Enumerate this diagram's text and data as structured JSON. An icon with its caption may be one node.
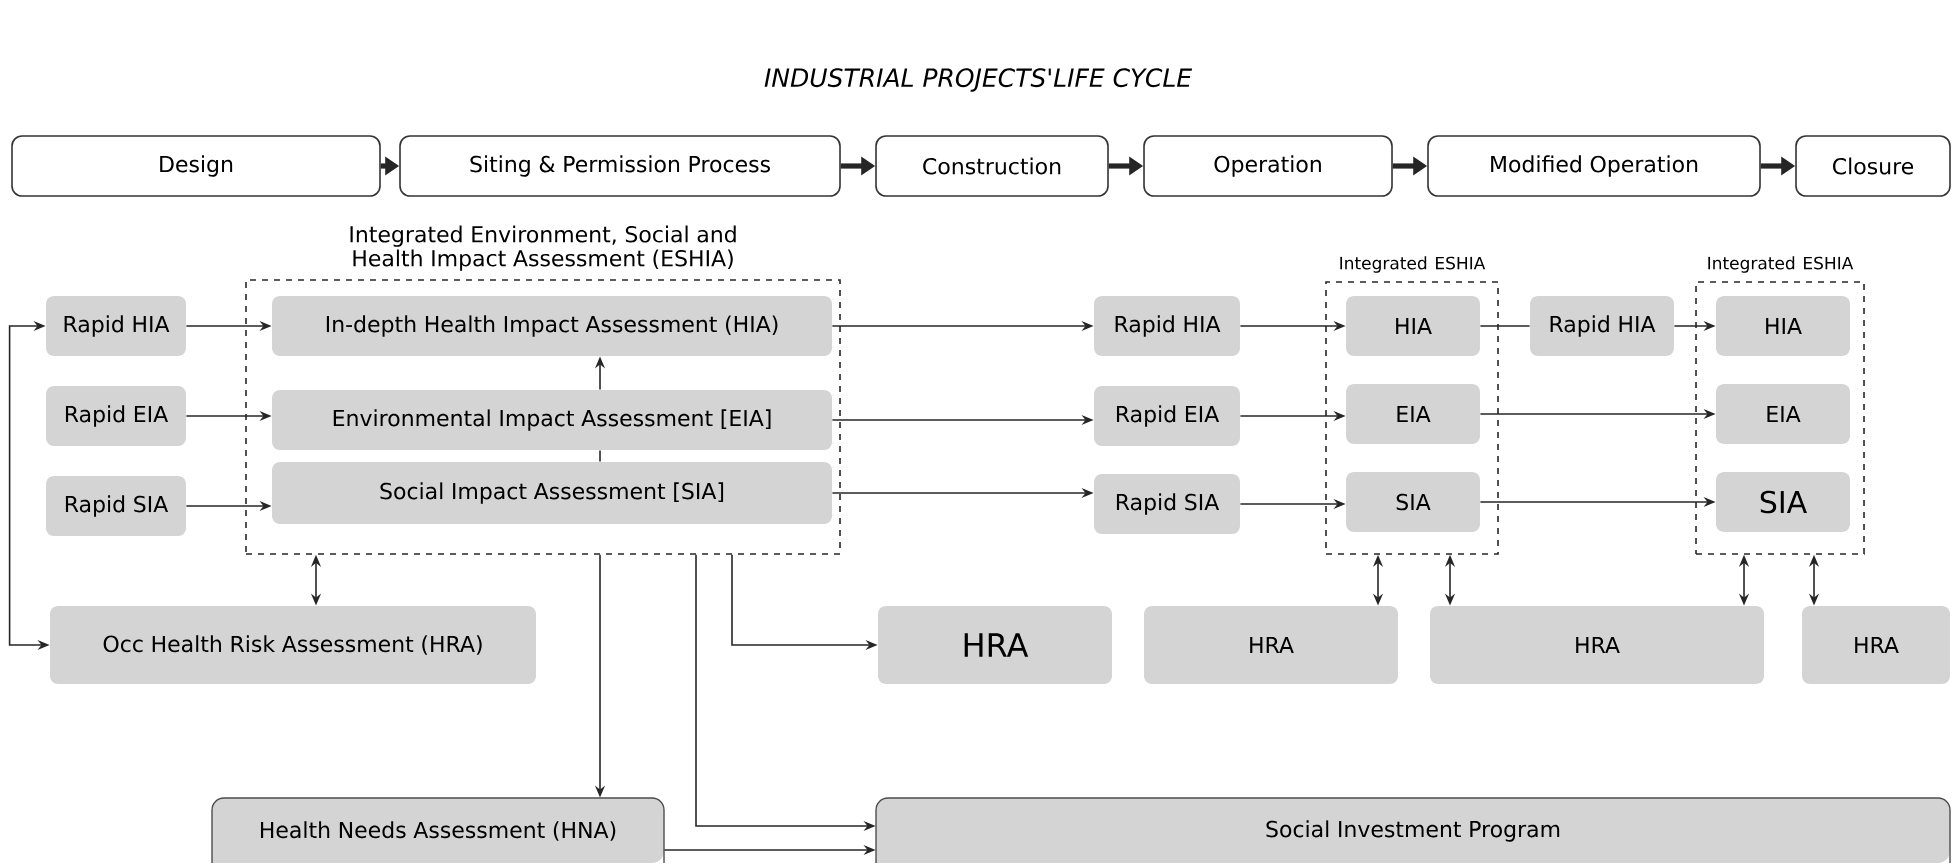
{
  "diagram": {
    "title": "INDUSTRIAL PROJECTS'LIFE CYCLE",
    "nodes": [
      {
        "text": [
          "Design"
        ]
      },
      {
        "text": [
          "Siting & Permission Process"
        ]
      },
      {
        "text": [
          "Construction"
        ]
      },
      {
        "text": [
          "Operation"
        ]
      },
      {
        "text": [
          "Modified Operation"
        ]
      },
      {
        "text": [
          "Closure"
        ]
      },
      {
        "text": [
          "Integrated Environment, Social and Health Impact Assessment (ESHIA)"
        ]
      },
      {
        "text": [
          "In-depth Health Impact Assessment (HIA)"
        ],
        "in": 6
      },
      {
        "text": [
          "Environmental Impact Assessment [EIA]"
        ],
        "in": 6
      },
      {
        "text": [
          "Social Impact Assessment [SIA]"
        ],
        "in": 6
      },
      {
        "text": [
          "Rapid HIA"
        ]
      },
      {
        "text": [
          "Rapid EIA"
        ]
      },
      {
        "text": [
          "Rapid SIA"
        ]
      },
      {
        "text": [
          "Occ Health Risk Assessment (HRA)"
        ]
      },
      {
        "text": [
          "Rapid HIA"
        ]
      },
      {
        "text": [
          "Rapid EIA"
        ]
      },
      {
        "text": [
          "Rapid SIA"
        ]
      },
      {
        "text": [
          "Integrated ESHIA"
        ]
      },
      {
        "text": [
          "HIA"
        ],
        "in": 17
      },
      {
        "text": [
          "EIA"
        ],
        "in": 17
      },
      {
        "text": [
          "SIA"
        ],
        "in": 17
      },
      {
        "text": [
          "Rapid HIA"
        ]
      },
      {
        "text": [
          "Integrated ESHIA"
        ]
      },
      {
        "text": [
          "HIA"
        ],
        "in": 22
      },
      {
        "text": [
          "EIA"
        ],
        "in": 22
      },
      {
        "text": [
          "SIA"
        ],
        "in": 22
      },
      {
        "text": [
          "HRA"
        ]
      },
      {
        "text": [
          "HRA"
        ]
      },
      {
        "text": [
          "HRA"
        ]
      },
      {
        "text": [
          "HRA"
        ]
      },
      {
        "text": [
          "Health Needs Assessment (HNA)"
        ]
      },
      {
        "text": [
          "Social Investment Program"
        ]
      }
    ],
    "edges": [
      {
        "from": 0,
        "to": 1,
        "arrow": "to",
        "style": "thick"
      },
      {
        "from": 1,
        "to": 2,
        "arrow": "to",
        "style": "thick"
      },
      {
        "from": 2,
        "to": 3,
        "arrow": "to",
        "style": "thick"
      },
      {
        "from": 3,
        "to": 4,
        "arrow": "to",
        "style": "thick"
      },
      {
        "from": 4,
        "to": 5,
        "arrow": "to",
        "style": "thick"
      },
      {
        "from": 10,
        "to": 13,
        "arrow": "both"
      },
      {
        "from": 10,
        "to": 7,
        "arrow": "to"
      },
      {
        "from": 11,
        "to": 8,
        "arrow": "to"
      },
      {
        "from": 12,
        "to": 9,
        "arrow": "to"
      },
      {
        "from": 9,
        "to": 8,
        "arrow": "none"
      },
      {
        "from": 8,
        "to": 7,
        "arrow": "to"
      },
      {
        "from": 6,
        "to": 30,
        "arrow": "to"
      },
      {
        "from": 6,
        "to": 13,
        "arrow": "both"
      },
      {
        "from": 7,
        "to": 14,
        "arrow": "to"
      },
      {
        "from": 8,
        "to": 15,
        "arrow": "to"
      },
      {
        "from": 9,
        "to": 16,
        "arrow": "to"
      },
      {
        "from": 14,
        "to": 18,
        "arrow": "to"
      },
      {
        "from": 15,
        "to": 19,
        "arrow": "to"
      },
      {
        "from": 16,
        "to": 20,
        "arrow": "to"
      },
      {
        "from": 18,
        "to": 21,
        "arrow": "none"
      },
      {
        "from": 21,
        "to": 23,
        "arrow": "to"
      },
      {
        "from": 19,
        "to": 24,
        "arrow": "to"
      },
      {
        "from": 20,
        "to": 25,
        "arrow": "to"
      },
      {
        "from": 6,
        "to": 26,
        "arrow": "to"
      },
      {
        "from": 6,
        "to": 31,
        "arrow": "to"
      },
      {
        "from": 30,
        "to": 31,
        "arrow": "to"
      },
      {
        "from": 17,
        "to": 27,
        "arrow": "both"
      },
      {
        "from": 17,
        "to": 28,
        "arrow": "both"
      },
      {
        "from": 22,
        "to": 28,
        "arrow": "both"
      },
      {
        "from": 22,
        "to": 29,
        "arrow": "both"
      }
    ]
  }
}
